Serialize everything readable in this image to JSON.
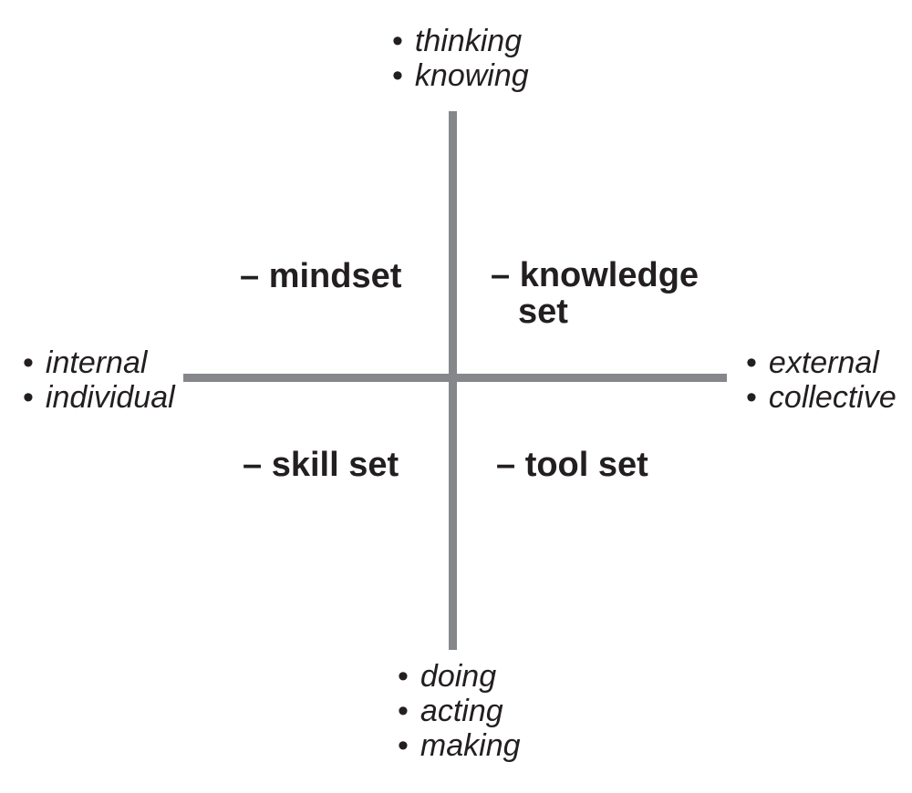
{
  "figure": {
    "background": "#ffffff",
    "text_color": "#231f20",
    "axis_line_color": "#85878a",
    "bullet_char": "•",
    "axis_labels": {
      "top": [
        "thinking",
        "knowing"
      ],
      "bottom": [
        "doing",
        "acting",
        "making"
      ],
      "left": [
        "internal",
        "individual"
      ],
      "right": [
        "external",
        "collective"
      ]
    },
    "quadrant_labels": {
      "top_left": "– mindset",
      "top_right": "– knowledge\nset",
      "bottom_left": "– skill set",
      "bottom_right": "– tool set"
    }
  }
}
